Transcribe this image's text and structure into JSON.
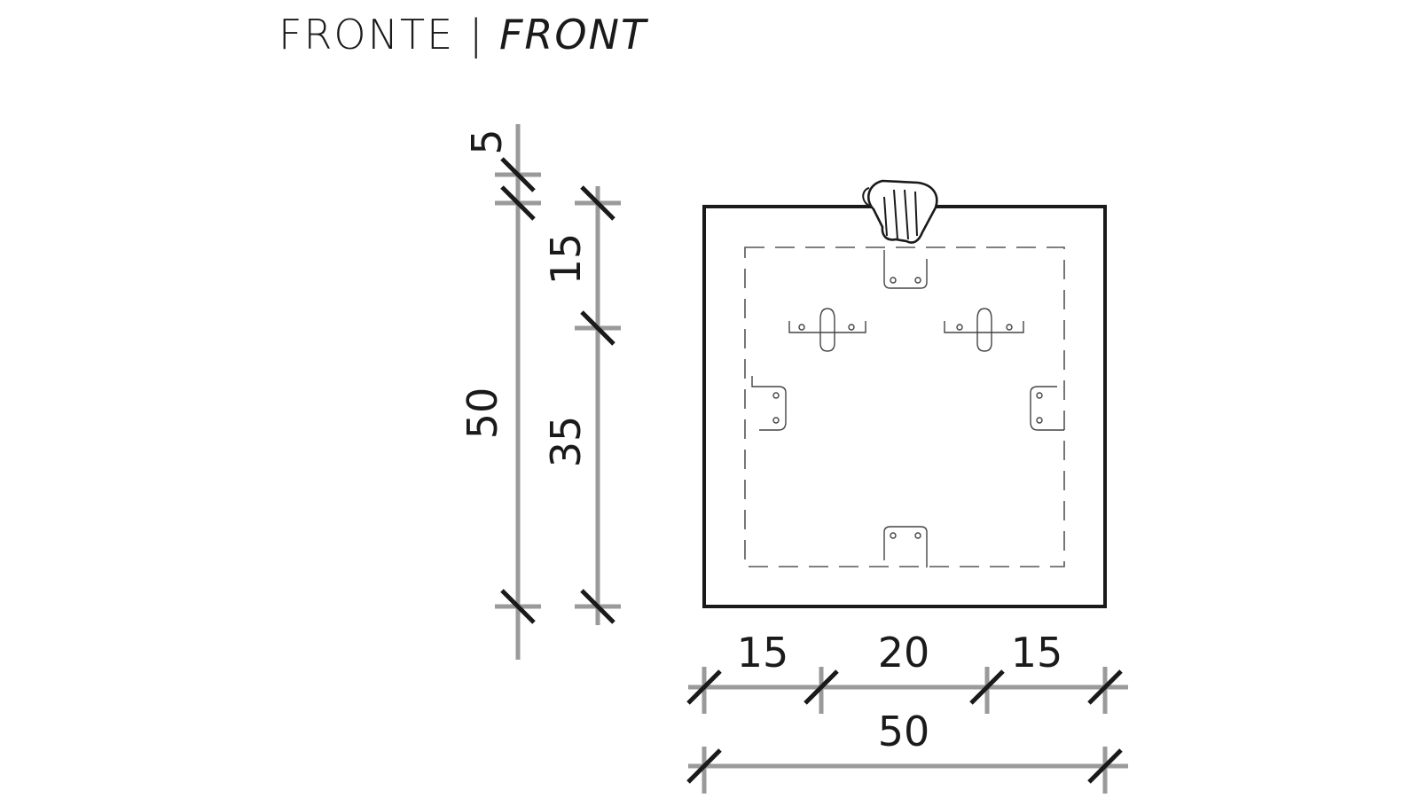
{
  "title": {
    "main": "FRONTE",
    "separator": "|",
    "translation": "FRONT"
  },
  "dimensions": {
    "vertical_outer": [
      "5",
      "50"
    ],
    "vertical_inner": [
      "15",
      "35"
    ],
    "horizontal_segments": [
      "15",
      "20",
      "15"
    ],
    "horizontal_total": "50"
  },
  "icons": {
    "hand": "hand-icon",
    "brackets": "mounting-bracket-icon"
  }
}
